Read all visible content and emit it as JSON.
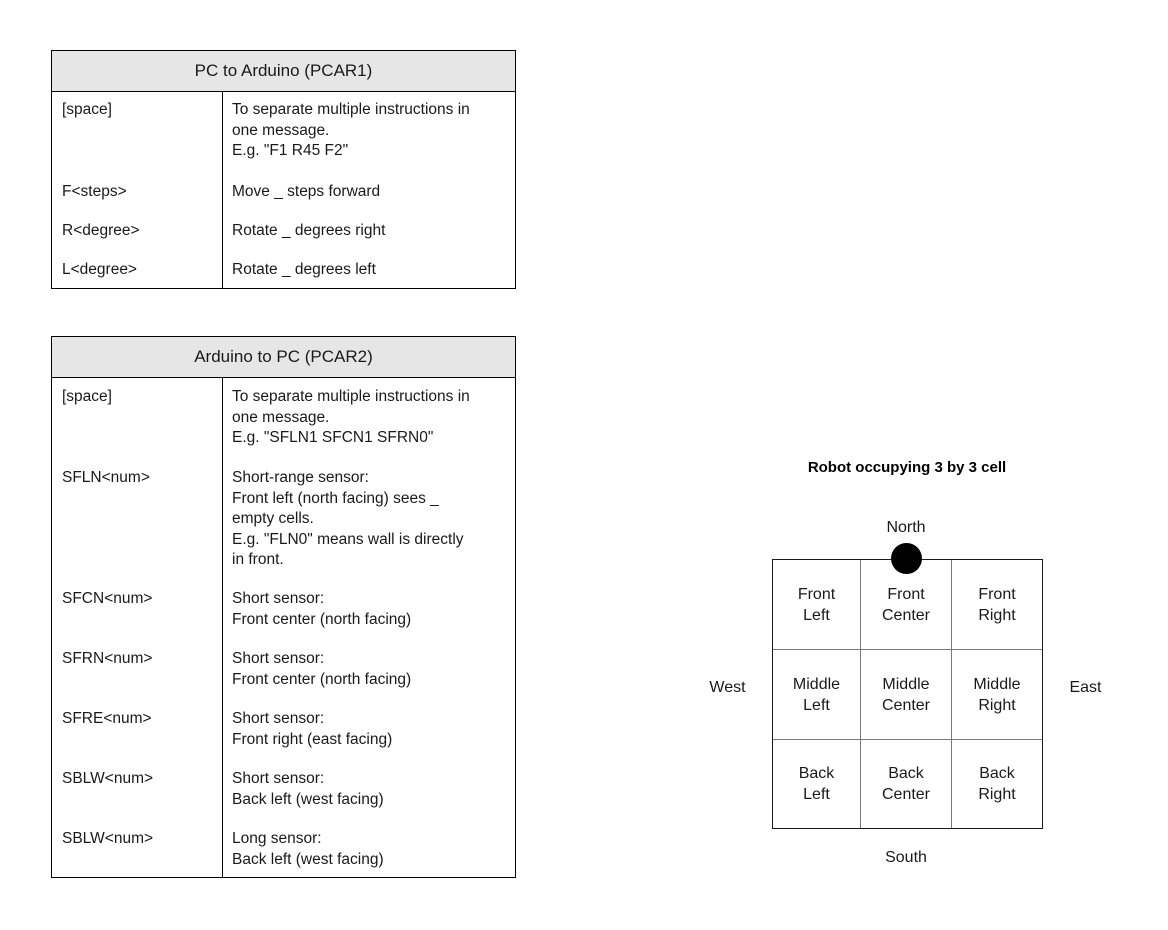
{
  "tables": [
    {
      "id": "pcar1",
      "title": "PC to Arduino (PCAR1)",
      "rows": [
        {
          "cmd": "[space]",
          "desc": "To separate multiple instructions in\none message.\nE.g. \"F1 R45 F2\""
        },
        {
          "cmd": "F<steps>",
          "desc": "Move _ steps forward"
        },
        {
          "cmd": "R<degree>",
          "desc": "Rotate _ degrees right"
        },
        {
          "cmd": "L<degree>",
          "desc": "Rotate _ degrees left"
        }
      ]
    },
    {
      "id": "pcar2",
      "title": "Arduino to PC (PCAR2)",
      "rows": [
        {
          "cmd": "[space]",
          "desc": "To separate multiple instructions in\none message.\nE.g. \"SFLN1 SFCN1 SFRN0\""
        },
        {
          "cmd": "SFLN<num>",
          "desc": "Short-range sensor:\nFront left (north facing) sees _\nempty cells.\nE.g. \"FLN0\" means wall is directly\nin front."
        },
        {
          "cmd": "SFCN<num>",
          "desc": "Short sensor:\nFront center (north facing)"
        },
        {
          "cmd": "SFRN<num>",
          "desc": "Short sensor:\nFront center (north facing)"
        },
        {
          "cmd": "SFRE<num>",
          "desc": "Short sensor:\nFront right (east facing)"
        },
        {
          "cmd": "SBLW<num>",
          "desc": "Short sensor:\nBack left (west facing)"
        },
        {
          "cmd": "SBLW<num>",
          "desc": "Long sensor:\nBack left (west facing)"
        }
      ]
    }
  ],
  "robot_diagram": {
    "title": "Robot occupying 3 by 3 cell",
    "compass": {
      "north": "North",
      "south": "South",
      "west": "West",
      "east": "East"
    },
    "cells": [
      [
        "Front\nLeft",
        "Front\nCenter",
        "Front\nRight"
      ],
      [
        "Middle\nLeft",
        "Middle\nCenter",
        "Middle\nRight"
      ],
      [
        "Back\nLeft",
        "Back\nCenter",
        "Back\nRight"
      ]
    ]
  }
}
